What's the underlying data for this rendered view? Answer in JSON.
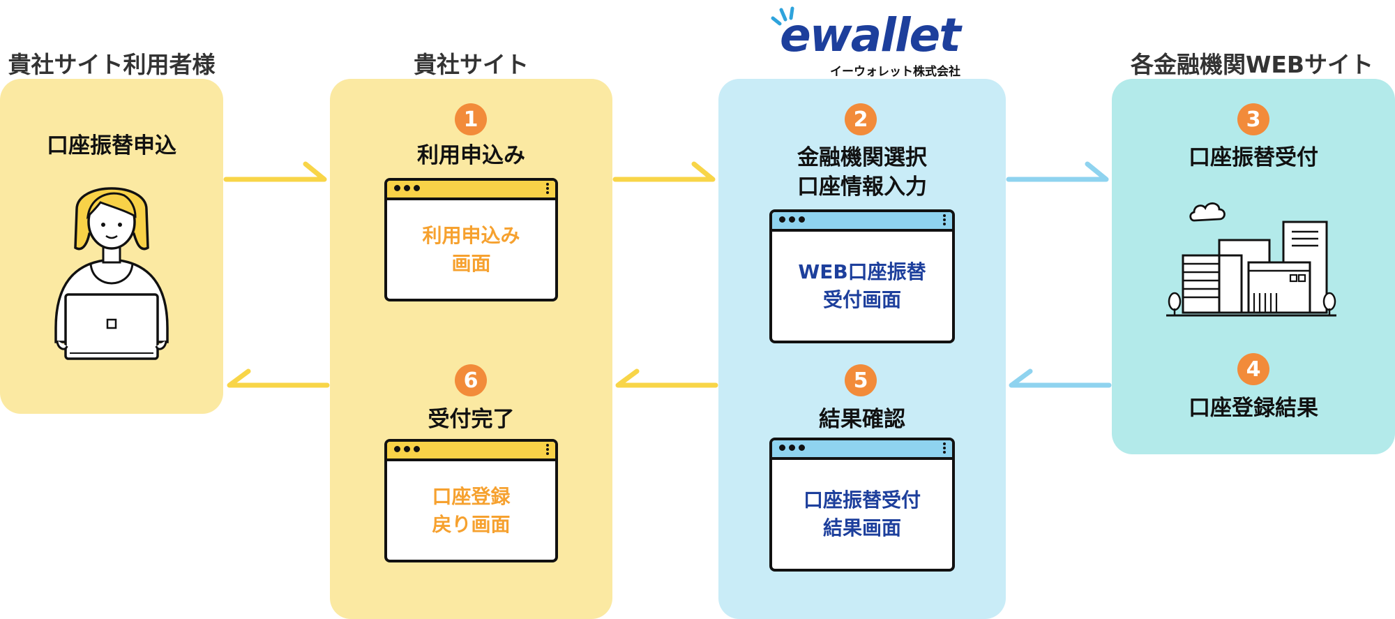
{
  "headers": {
    "user": "貴社サイト利用者様",
    "company_site": "貴社サイト",
    "bank_site": "各金融機関WEBサイト"
  },
  "logo": {
    "brand": "ewallet",
    "company": "イーウォレット株式会社"
  },
  "user_panel": {
    "title": "口座振替申込"
  },
  "steps": [
    {
      "num": "1",
      "title": "利用申込み",
      "screen": "利用申込み\n画面"
    },
    {
      "num": "2",
      "title": "金融機関選択\n口座情報入力",
      "screen": "WEB口座振替\n受付画面"
    },
    {
      "num": "3",
      "title": "口座振替受付"
    },
    {
      "num": "4",
      "title": "口座登録結果"
    },
    {
      "num": "5",
      "title": "結果確認",
      "screen": "口座振替受付\n結果画面"
    },
    {
      "num": "6",
      "title": "受付完了",
      "screen": "口座登録\n戻り画面"
    }
  ],
  "colors": {
    "yellow_panel": "#fbe9a2",
    "blue_panel": "#c9ecf7",
    "teal_panel": "#b3eaea",
    "step_badge": "#f28b3a",
    "arrow_yellow": "#f8d548",
    "arrow_blue": "#8fd3ef",
    "navy_text": "#1d3f9c",
    "orange_text": "#f6a12f"
  }
}
